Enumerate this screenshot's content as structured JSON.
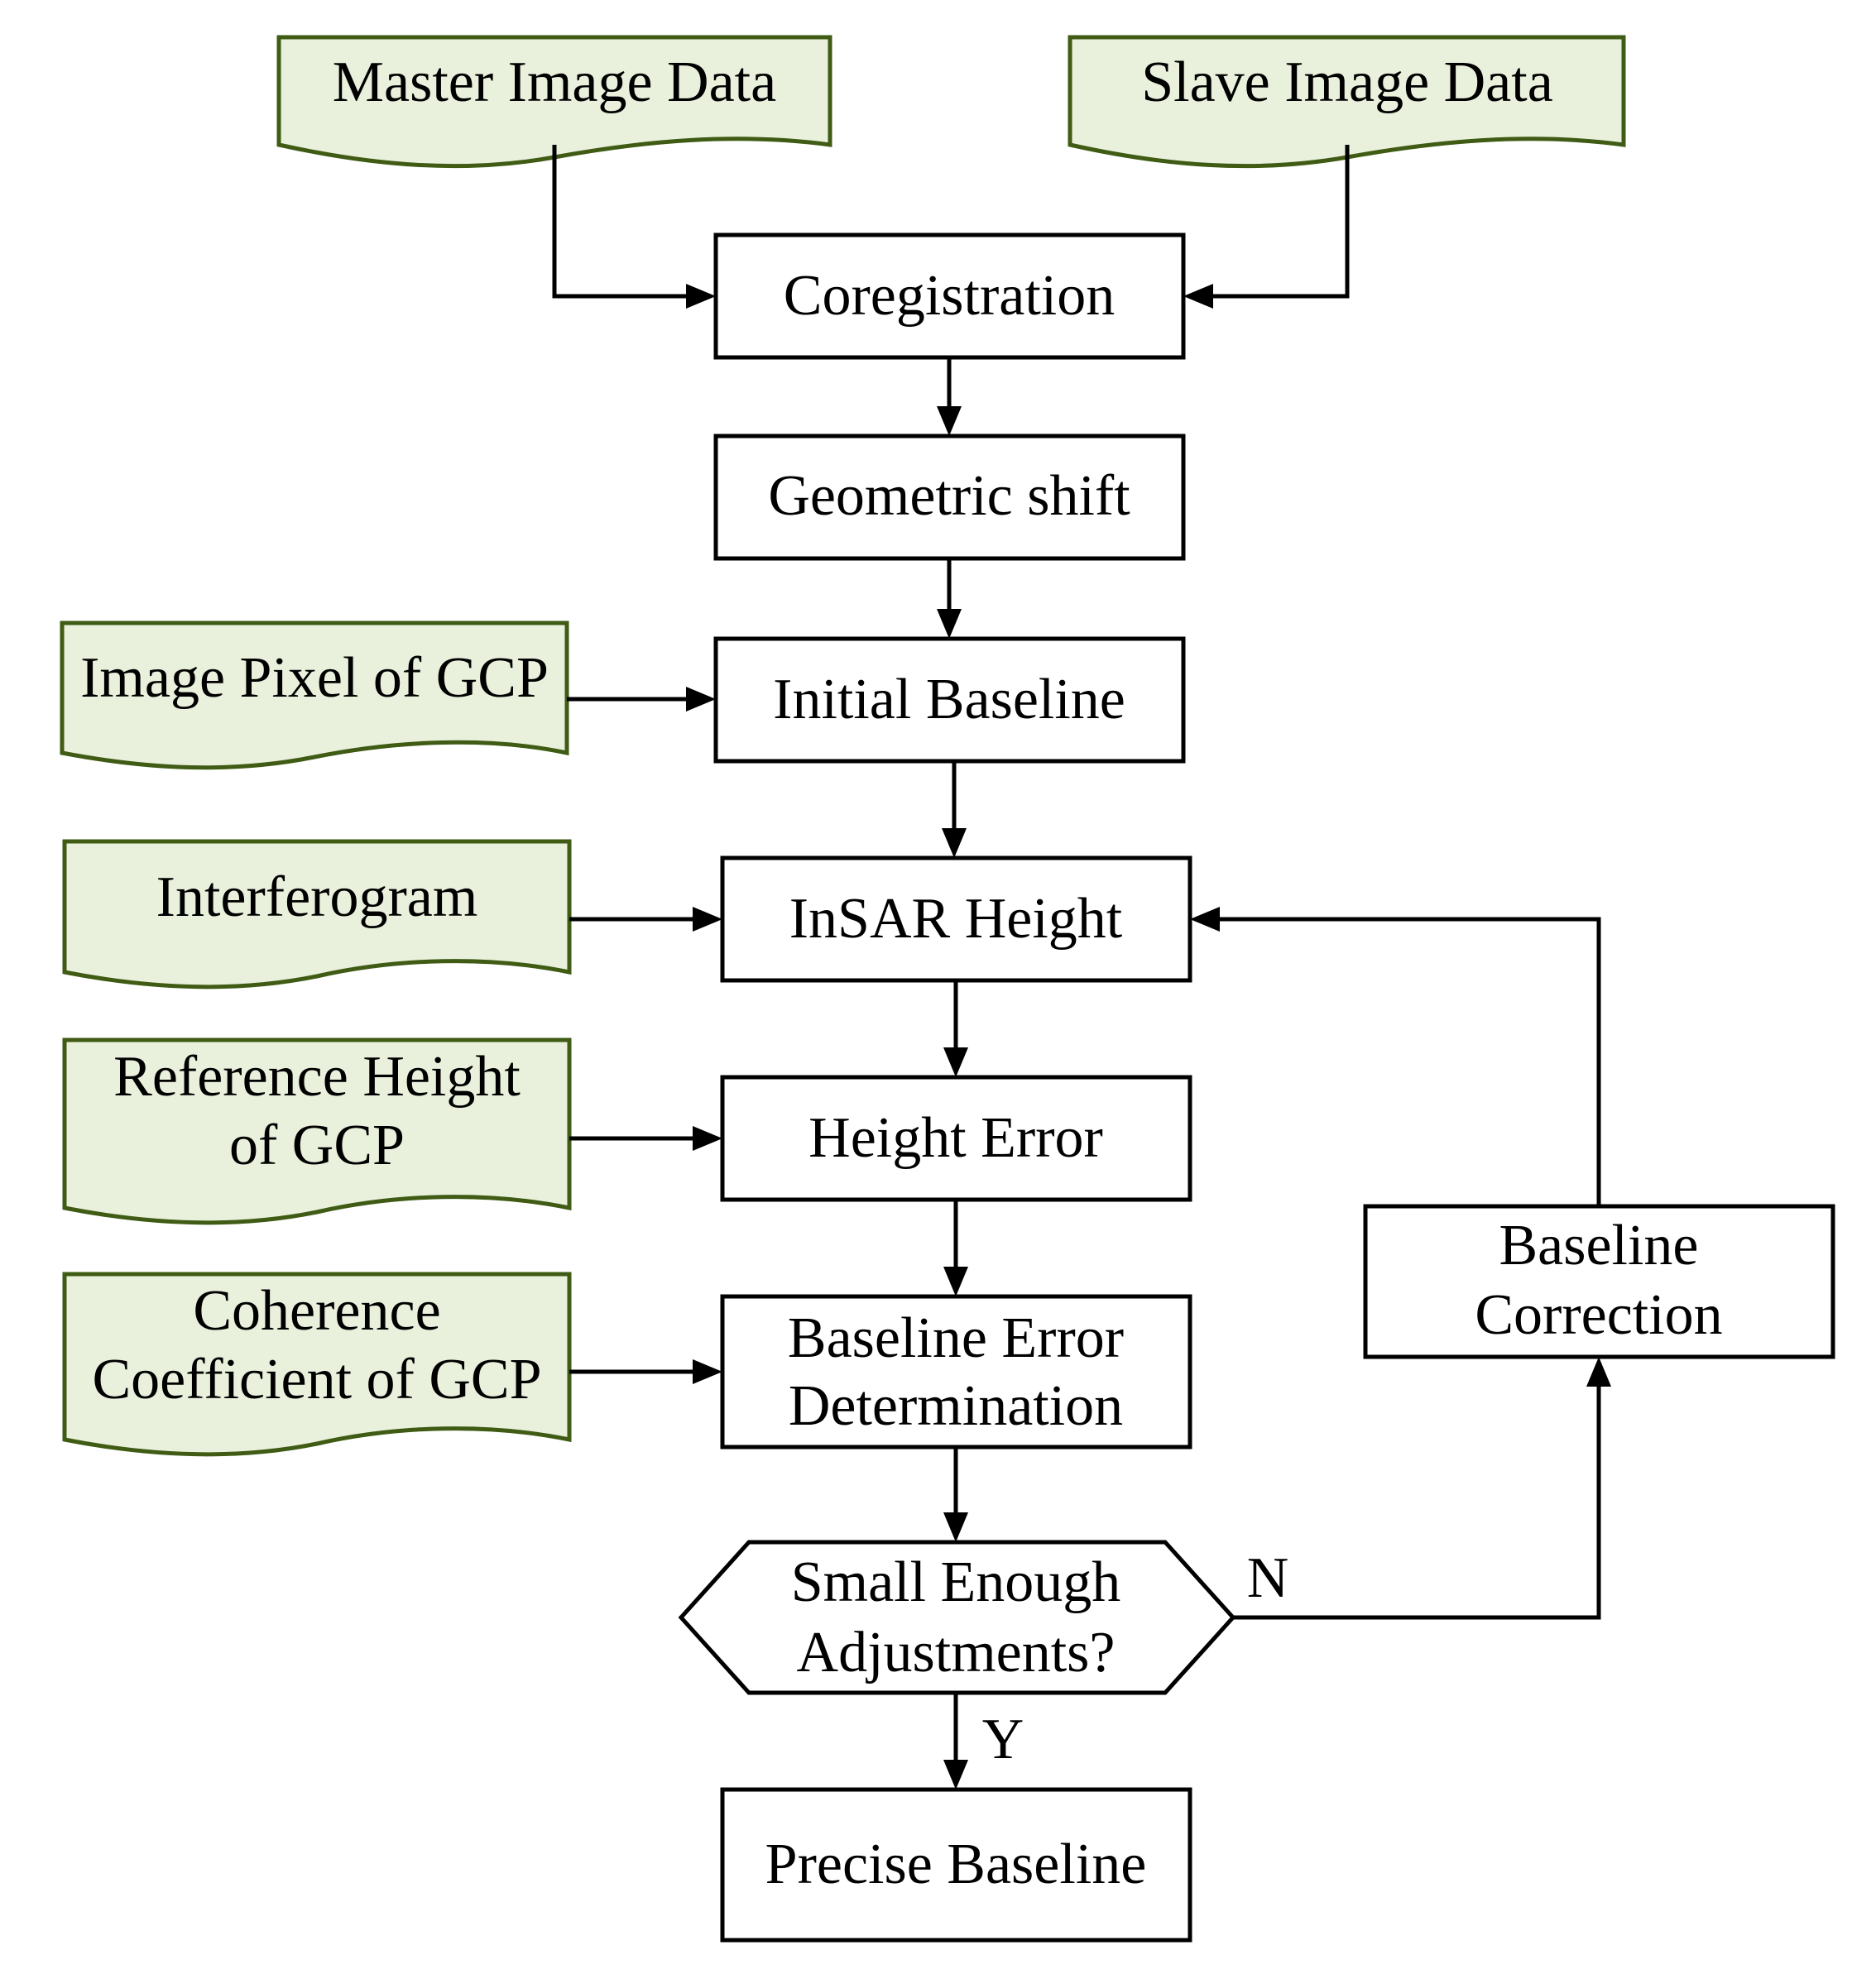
{
  "colors": {
    "document_fill": "#e9f0dc",
    "document_stroke": "#3f5b14",
    "process_fill": "#ffffff",
    "line": "#000000"
  },
  "inputs": {
    "master": "Master Image Data",
    "slave": "Slave Image Data",
    "gcp_pixel": "Image Pixel of GCP",
    "interferogram": "Interferogram",
    "ref_height_line1": "Reference Height",
    "ref_height_line2": "of GCP",
    "coherence_line1": "Coherence",
    "coherence_line2": "Coefficient of GCP"
  },
  "steps": {
    "coregistration": "Coregistration",
    "geometric_shift": "Geometric shift",
    "initial_baseline": "Initial Baseline",
    "insar_height": "InSAR Height",
    "height_error": "Height Error",
    "baseline_error_line1": "Baseline Error",
    "baseline_error_line2": "Determination",
    "decision_line1": "Small Enough",
    "decision_line2": "Adjustments?",
    "baseline_correction_line1": "Baseline",
    "baseline_correction_line2": "Correction",
    "precise_baseline": "Precise Baseline"
  },
  "branch_labels": {
    "no": "N",
    "yes": "Y"
  }
}
